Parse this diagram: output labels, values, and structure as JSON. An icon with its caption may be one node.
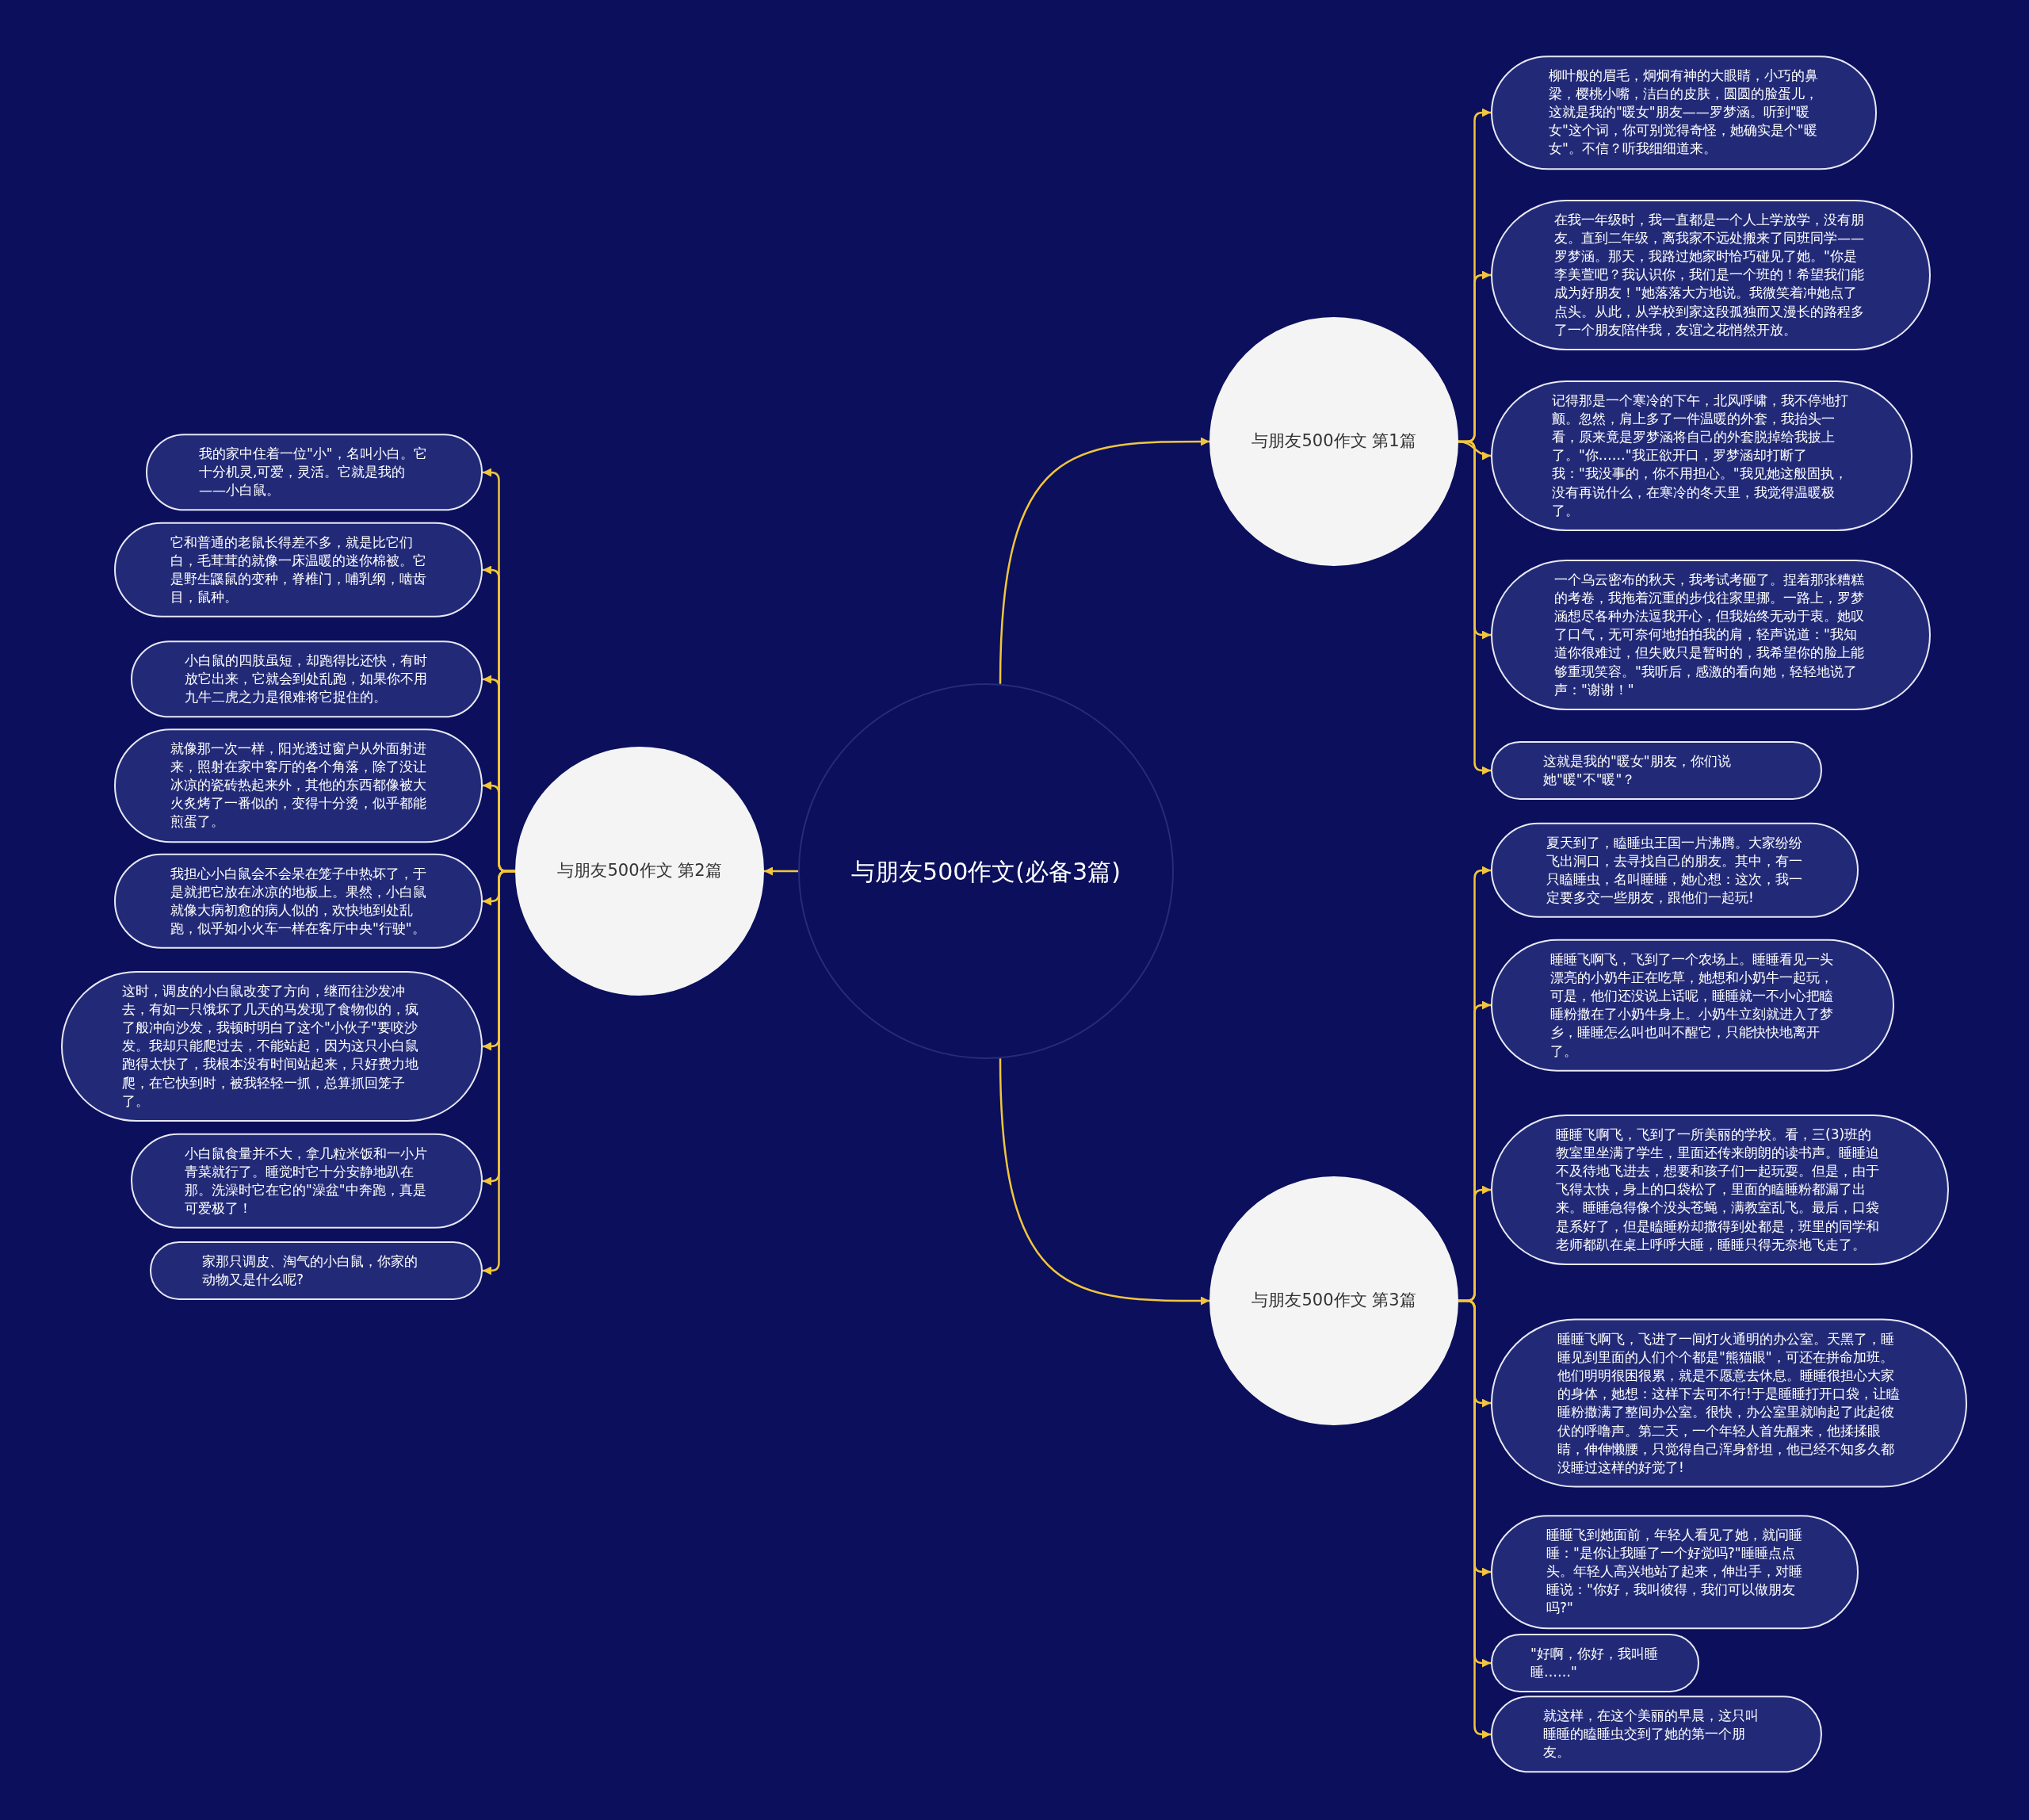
{
  "diagram": {
    "nodes": [
      {
        "text": [
          "与朋友500作文(必备3篇)"
        ]
      },
      {
        "text": [
          "与朋友500作文 第1篇"
        ]
      },
      {
        "text": [
          "柳叶般的眉毛，炯炯有神的大眼睛，小巧的鼻梁，樱桃小嘴，洁白的皮肤，圆圆的脸蛋儿，这就是我的\"暖女\"朋友——罗梦涵。听到\"暖女\"这个词，你可别觉得奇怪，她确实是个\"暖女\"。不信？听我细细道来。"
        ]
      },
      {
        "text": [
          "在我一年级时，我一直都是一个人上学放学，没有朋友。直到二年级，离我家不远处搬来了同班同学——罗梦涵。那天，我路过她家时恰巧碰见了她。\"你是李美萱吧？我认识你，我们是一个班的！希望我们能成为好朋友！\"她落落大方地说。我微笑着冲她点了点头。从此，从学校到家这段孤独而又漫长的路程多了一个朋友陪伴我，友谊之花悄然开放。"
        ]
      },
      {
        "text": [
          "记得那是一个寒冷的下午，北风呼啸，我不停地打颤。忽然，肩上多了一件温暖的外套，我抬头一看，原来竟是罗梦涵将自己的外套脱掉给我披上了。\"你……\"我正欲开口，罗梦涵却打断了我：\"我没事的，你不用担心。\"我见她这般固执，没有再说什么，在寒冷的冬天里，我觉得温暖极了。"
        ]
      },
      {
        "text": [
          "一个乌云密布的秋天，我考试考砸了。捏着那张糟糕的考卷，我拖着沉重的步伐往家里挪。一路上，罗梦涵想尽各种办法逗我开心，但我始终无动于衷。她叹了口气，无可奈何地拍拍我的肩，轻声说道：\"我知道你很难过，但失败只是暂时的，我希望你的脸上能够重现笑容。\"我听后，感激的看向她，轻轻地说了声：\"谢谢！\""
        ]
      },
      {
        "text": [
          "这就是我的\"暖女\"朋友，你们说她\"暖\"不\"暖\"？"
        ]
      },
      {
        "text": [
          "与朋友500作文 第2篇"
        ]
      },
      {
        "text": [
          "我的家中住着一位\"小\"，名叫小白。它十分机灵,可爱，灵活。它就是我的——小白鼠。"
        ]
      },
      {
        "text": [
          "它和普通的老鼠长得差不多，就是比它们白，毛茸茸的就像一床温暖的迷你棉被。它是野生鼷鼠的变种，脊椎门，哺乳纲，啮齿目，鼠种。"
        ]
      },
      {
        "text": [
          "小白鼠的四肢虽短，却跑得比还快，有时放它出来，它就会到处乱跑，如果你不用九牛二虎之力是很难将它捉住的。"
        ]
      },
      {
        "text": [
          "就像那一次一样，阳光透过窗户从外面射进来，照射在家中客厅的各个角落，除了没让冰凉的瓷砖热起来外，其他的东西都像被大火炙烤了一番似的，变得十分烫，似乎都能煎蛋了。"
        ]
      },
      {
        "text": [
          "我担心小白鼠会不会呆在笼子中热坏了，于是就把它放在冰凉的地板上。果然，小白鼠就像大病初愈的病人似的，欢快地到处乱跑，似乎如小火车一样在客厅中央\"行驶\"。"
        ]
      },
      {
        "text": [
          "这时，调皮的小白鼠改变了方向，继而往沙发冲去，有如一只饿坏了几天的马发现了食物似的，疯了般冲向沙发，我顿时明白了这个\"小伙子\"要咬沙发。我却只能爬过去，不能站起，因为这只小白鼠跑得太快了，我根本没有时间站起来，只好费力地爬，在它快到时，被我轻轻一抓，总算抓回笼子了。"
        ]
      },
      {
        "text": [
          "小白鼠食量并不大，拿几粒米饭和一小片青菜就行了。睡觉时它十分安静地趴在那。洗澡时它在它的\"澡盆\"中奔跑，真是可爱极了！"
        ]
      },
      {
        "text": [
          "家那只调皮、淘气的小白鼠，你家的动物又是什么呢?"
        ]
      },
      {
        "text": [
          "与朋友500作文 第3篇"
        ]
      },
      {
        "text": [
          "夏天到了，瞌睡虫王国一片沸腾。大家纷纷飞出洞口，去寻找自己的朋友。其中，有一只瞌睡虫，名叫睡睡，她心想：这次，我一定要多交一些朋友，跟他们一起玩!"
        ]
      },
      {
        "text": [
          "睡睡飞啊飞，飞到了一个农场上。睡睡看见一头漂亮的小奶牛正在吃草，她想和小奶牛一起玩，可是，他们还没说上话呢，睡睡就一不小心把瞌睡粉撒在了小奶牛身上。小奶牛立刻就进入了梦乡，睡睡怎么叫也叫不醒它，只能快快地离开了。"
        ]
      },
      {
        "text": [
          "睡睡飞啊飞，飞到了一所美丽的学校。看，三(3)班的教室里坐满了学生，里面还传来朗朗的读书声。睡睡迫不及待地飞进去，想要和孩子们一起玩耍。但是，由于飞得太快，身上的口袋松了，里面的瞌睡粉都漏了出来。睡睡急得像个没头苍蝇，满教室乱飞。最后，口袋是系好了，但是瞌睡粉却撒得到处都是，班里的同学和老师都趴在桌上呼呼大睡，睡睡只得无奈地飞走了。"
        ]
      },
      {
        "text": [
          "睡睡飞啊飞，飞进了一间灯火通明的办公室。天黑了，睡睡见到里面的人们个个都是\"熊猫眼\"，可还在拼命加班。他们明明很困很累，就是不愿意去休息。睡睡很担心大家的身体，她想：这样下去可不行!于是睡睡打开口袋，让瞌睡粉撒满了整间办公室。很快，办公室里就响起了此起彼伏的呼噜声。第二天，一个年轻人首先醒来，他揉揉眼睛，伸伸懒腰，只觉得自己浑身舒坦，他已经不知多久都没睡过这样的好觉了!"
        ]
      },
      {
        "text": [
          "睡睡飞到她面前，年轻人看见了她，就问睡睡：\"是你让我睡了一个好觉吗?\"睡睡点点头。年轻人高兴地站了起来，伸出手，对睡睡说：\"你好，我叫彼得，我们可以做朋友吗?\""
        ]
      },
      {
        "text": [
          "\"好啊，你好，我叫睡睡……\""
        ]
      },
      {
        "text": [
          "就这样，在这个美丽的早晨，这只叫睡睡的瞌睡虫交到了她的第一个朋友。"
        ]
      }
    ],
    "edges": [
      {
        "from": 0,
        "to": 1,
        "arrow": "to"
      },
      {
        "from": 1,
        "to": 2,
        "arrow": "to"
      },
      {
        "from": 1,
        "to": 3,
        "arrow": "to"
      },
      {
        "from": 1,
        "to": 4,
        "arrow": "to"
      },
      {
        "from": 1,
        "to": 5,
        "arrow": "to"
      },
      {
        "from": 1,
        "to": 6,
        "arrow": "to"
      },
      {
        "from": 0,
        "to": 7,
        "arrow": "to"
      },
      {
        "from": 7,
        "to": 8,
        "arrow": "to"
      },
      {
        "from": 7,
        "to": 9,
        "arrow": "to"
      },
      {
        "from": 7,
        "to": 10,
        "arrow": "to"
      },
      {
        "from": 7,
        "to": 11,
        "arrow": "to"
      },
      {
        "from": 7,
        "to": 12,
        "arrow": "to"
      },
      {
        "from": 7,
        "to": 13,
        "arrow": "to"
      },
      {
        "from": 7,
        "to": 14,
        "arrow": "to"
      },
      {
        "from": 7,
        "to": 15,
        "arrow": "to"
      },
      {
        "from": 0,
        "to": 16,
        "arrow": "to"
      },
      {
        "from": 16,
        "to": 17,
        "arrow": "to"
      },
      {
        "from": 16,
        "to": 18,
        "arrow": "to"
      },
      {
        "from": 16,
        "to": 19,
        "arrow": "to"
      },
      {
        "from": 16,
        "to": 20,
        "arrow": "to"
      },
      {
        "from": 16,
        "to": 21,
        "arrow": "to"
      },
      {
        "from": 16,
        "to": 22,
        "arrow": "to"
      },
      {
        "from": 16,
        "to": 23,
        "arrow": "to"
      }
    ]
  }
}
